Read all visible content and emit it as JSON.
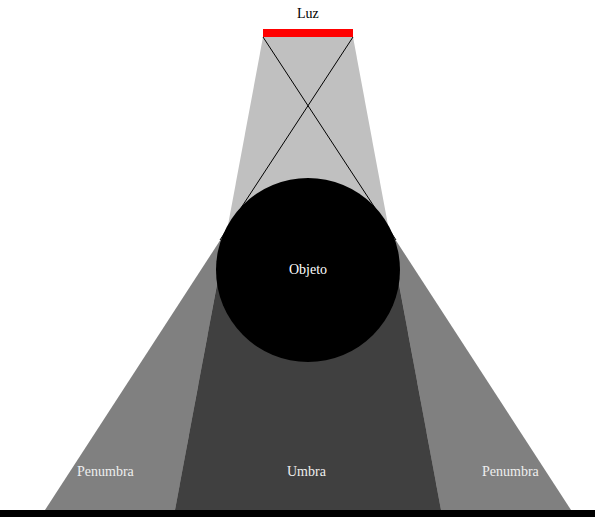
{
  "diagram": {
    "nodes": [
      {
        "text": [
          "Luz"
        ]
      },
      {
        "text": [
          "Objeto"
        ]
      },
      {
        "text": [
          "Penumbra"
        ]
      },
      {
        "text": [
          "Umbra"
        ]
      },
      {
        "text": [
          "Penumbra"
        ]
      }
    ]
  }
}
